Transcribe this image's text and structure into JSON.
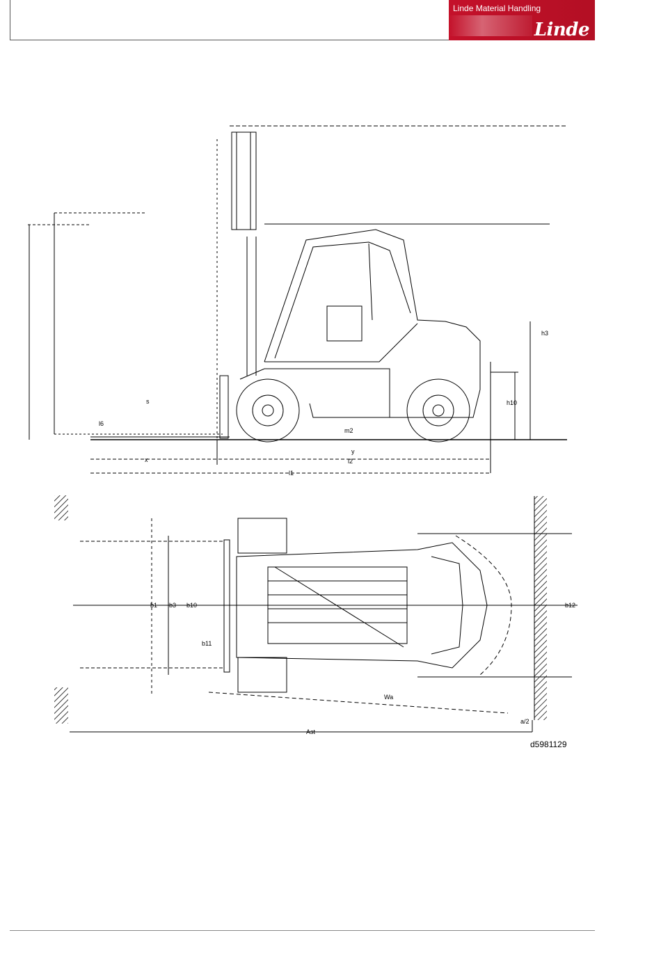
{
  "header": {
    "company_line": "Linde Material Handling",
    "logo_text": "Linde",
    "brand_color": "#c4112a"
  },
  "drawing": {
    "reference_code": "d5981129",
    "side_view_labels": {
      "h3": "h3",
      "h10": "h10",
      "l2": "l2",
      "l1": "l1",
      "m2": "m2",
      "s": "s",
      "l6": "l6",
      "x": "x",
      "y": "y"
    },
    "top_view_labels": {
      "b1": "b1",
      "b10": "b10",
      "b11": "b11",
      "b12": "b12",
      "b3": "b3",
      "wa": "Wa",
      "ast": "Ast",
      "a2": "a/2"
    }
  }
}
